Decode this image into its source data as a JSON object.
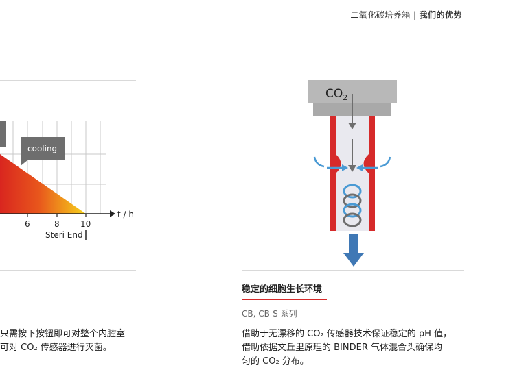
{
  "header": {
    "section": "二氧化碳培养箱",
    "separator": "|",
    "page": "我们的优势"
  },
  "left_chart": {
    "cooling_label": "cooling",
    "x_axis_label": "t / h",
    "ticks": [
      "6",
      "8",
      "10"
    ],
    "steri_end_label": "Steri End",
    "body_line1": "只需按下按钮即可对整个内腔室",
    "body_line2": "可对 CO₂ 传感器进行灭菌。"
  },
  "right_feature": {
    "diagram_co2_label": "CO",
    "diagram_co2_sub": "2",
    "title": "稳定的细胞生长环境",
    "series": "CB, CB-S 系列",
    "body_line1": "借助于无漂移的 CO₂ 传感器技术保证稳定的 pH 值，",
    "body_line2": "借助依据文丘里原理的 BINDER 气体混合头确保均",
    "body_line3": "匀的 CO₂ 分布。"
  },
  "colors": {
    "accent_red": "#d62a2a",
    "grey_box": "#b8b8b8",
    "blue_arrow": "#4a9ad4",
    "label_grey": "#6e6e6e"
  }
}
